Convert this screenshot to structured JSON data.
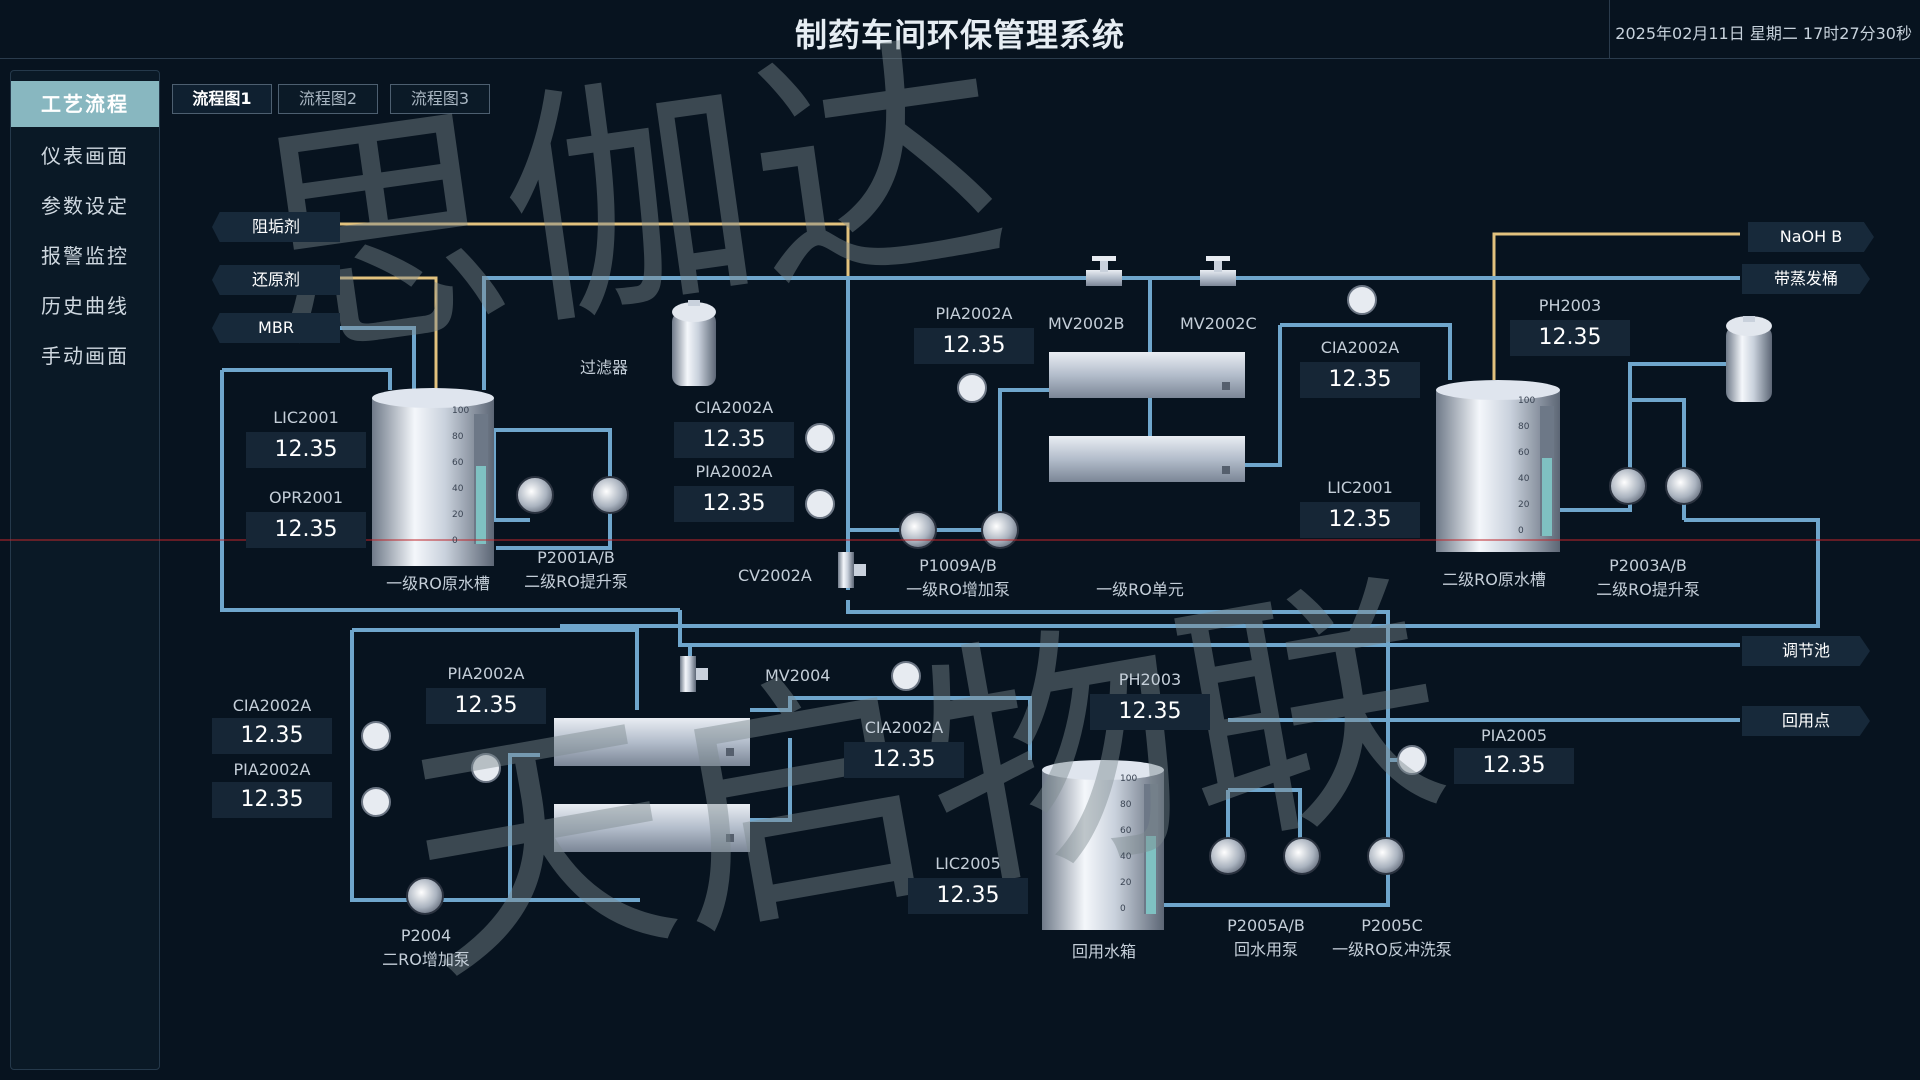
{
  "header": {
    "title": "制药车间环保管理系统",
    "datetime": "2025年02月11日 星期二 17时27分30秒"
  },
  "sidebar": {
    "items": [
      {
        "label": "工艺流程",
        "active": true
      },
      {
        "label": "仪表画面"
      },
      {
        "label": "参数设定"
      },
      {
        "label": "报警监控"
      },
      {
        "label": "历史曲线"
      },
      {
        "label": "手动画面"
      }
    ]
  },
  "tabs": [
    {
      "label": "流程图1",
      "active": true
    },
    {
      "label": "流程图2"
    },
    {
      "label": "流程图3"
    }
  ],
  "inputs": {
    "antiscalant": "阻垢剂",
    "reductant": "还原剂",
    "mbr": "MBR"
  },
  "outputs": {
    "naoh": "NaOH B",
    "evaporation": "带蒸发桶",
    "regulating_pool": "调节池",
    "reuse_point": "回用点"
  },
  "labels": {
    "filter": "过滤器",
    "tank1_name": "一级RO原水槽",
    "pump_p2001_tag": "P2001A/B",
    "pump_p2001_name": "二级RO提升泵",
    "cv2002a": "CV2002A",
    "pump_p1009_tag": "P1009A/B",
    "pump_p1009_name": "一级RO增加泵",
    "ro1_unit": "一级RO单元",
    "mv2002b": "MV2002B",
    "mv2002c": "MV2002C",
    "tank2_name": "二级RO原水槽",
    "pump_p2003_tag": "P2003A/B",
    "pump_p2003_name": "二级RO提升泵",
    "mv2004": "MV2004",
    "pump_p2004_tag": "P2004",
    "pump_p2004_name": "二RO增加泵",
    "tank3_name": "回用水箱",
    "pump_p2005ab_tag": "P2005A/B",
    "pump_p2005ab_name": "回水用泵",
    "pump_p2005c_tag": "P2005C",
    "pump_p2005c_name": "一级RO反冲洗泵"
  },
  "instruments": [
    {
      "tag": "LIC2001",
      "value": "12.35"
    },
    {
      "tag": "OPR2001",
      "value": "12.35"
    },
    {
      "tag": "CIA2002A",
      "value": "12.35"
    },
    {
      "tag": "PIA2002A",
      "value": "12.35"
    },
    {
      "tag": "PIA2002A",
      "value": "12.35"
    },
    {
      "tag": "CIA2002A",
      "value": "12.35"
    },
    {
      "tag": "LIC2001",
      "value": "12.35"
    },
    {
      "tag": "PH2003",
      "value": "12.35"
    },
    {
      "tag": "CIA2002A",
      "value": "12.35"
    },
    {
      "tag": "PIA2002A",
      "value": "12.35"
    },
    {
      "tag": "PIA2002A",
      "value": "12.35"
    },
    {
      "tag": "CIA2002A",
      "value": "12.35"
    },
    {
      "tag": "LIC2005",
      "value": "12.35"
    },
    {
      "tag": "PH2003",
      "value": "12.35"
    },
    {
      "tag": "PIA2005",
      "value": "12.35"
    }
  ],
  "tank_scale": [
    "100",
    "80",
    "60",
    "40",
    "20",
    "0"
  ],
  "tank_levels": {
    "tank1": 0.6,
    "tank2": 0.6,
    "tank3": 0.6
  },
  "watermark": [
    "思伽达",
    "天启物联"
  ],
  "colors": {
    "background": "#07131f",
    "pipe_water": "#6fa6cc",
    "pipe_chemical": "#e2c27e",
    "level_fill": "#7fc1c2",
    "active_nav": "#88b7c0",
    "alarm_line": "#c0262b"
  }
}
